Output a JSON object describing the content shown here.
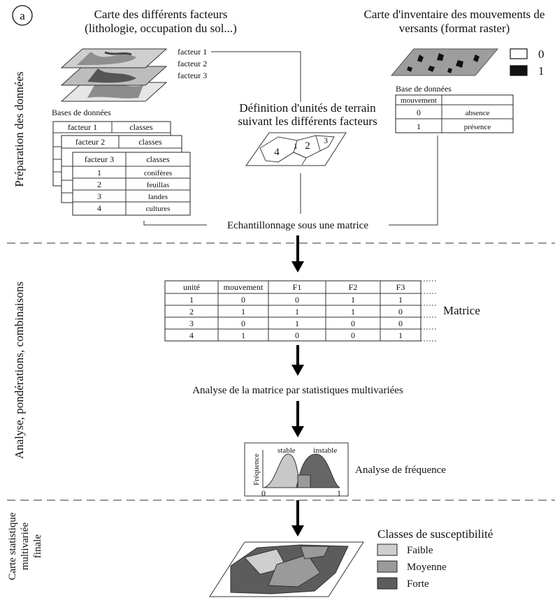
{
  "panel_label": "a",
  "sections": {
    "prep": "Préparation des données",
    "analysis": "Analyse, pondérations, combinaisons",
    "final_l1": "Carte statistique",
    "final_l2": "multivariée",
    "final_l3": "finale"
  },
  "factor_map": {
    "title_l1": "Carte des différents facteurs",
    "title_l2": "(lithologie, occupation du sol...)",
    "factors": [
      "facteur 1",
      "facteur 2",
      "facteur 3"
    ],
    "databases_label": "Bases de données",
    "tables": [
      {
        "factor": "facteur 1",
        "classes": "classes"
      },
      {
        "factor": "facteur 2",
        "classes": "classes"
      },
      {
        "factor": "facteur 3",
        "classes": "classes"
      }
    ],
    "rows": [
      {
        "id": "1",
        "label": "conifères"
      },
      {
        "id": "2",
        "label": "feuillas"
      },
      {
        "id": "3",
        "label": "landes"
      },
      {
        "id": "4",
        "label": "cultures"
      }
    ]
  },
  "inventory": {
    "title_l1": "Carte d'inventaire des mouvements de",
    "title_l2": "versants (format raster)",
    "legend": [
      {
        "value": "0",
        "color": "#ffffff"
      },
      {
        "value": "1",
        "color": "#111111"
      }
    ],
    "db_label": "Base de données",
    "header": "mouvement",
    "rows": [
      {
        "code": "0",
        "label": "absence"
      },
      {
        "code": "1",
        "label": "présence"
      }
    ]
  },
  "terrain": {
    "title_l1": "Définition d'unités de terrain",
    "title_l2": "suivant les différents facteurs",
    "units": [
      "1",
      "2",
      "3",
      "4"
    ]
  },
  "sampling": {
    "label": "Echantillonnage sous une matrice"
  },
  "matrix": {
    "label": "Matrice",
    "headers": [
      "unité",
      "mouvement",
      "F1",
      "F2",
      "F3"
    ],
    "rows": [
      [
        "1",
        "0",
        "0",
        "1",
        "1"
      ],
      [
        "2",
        "1",
        "1",
        "1",
        "0"
      ],
      [
        "3",
        "0",
        "1",
        "0",
        "0"
      ],
      [
        "4",
        "1",
        "0",
        "0",
        "1"
      ]
    ]
  },
  "multivariate": {
    "label": "Analyse de la matrice par statistiques multivariées"
  },
  "frequency": {
    "label": "Analyse de  fréquence",
    "ylabel": "Fréquence",
    "stable": "stable",
    "unstable": "instable",
    "x0": "0",
    "x1": "1"
  },
  "susceptibility": {
    "title": "Classes de susceptibilité",
    "classes": [
      {
        "label": "Faible",
        "color": "#cfcfcf"
      },
      {
        "label": "Moyenne",
        "color": "#9a9a9a"
      },
      {
        "label": "Forte",
        "color": "#5c5c5c"
      }
    ]
  }
}
